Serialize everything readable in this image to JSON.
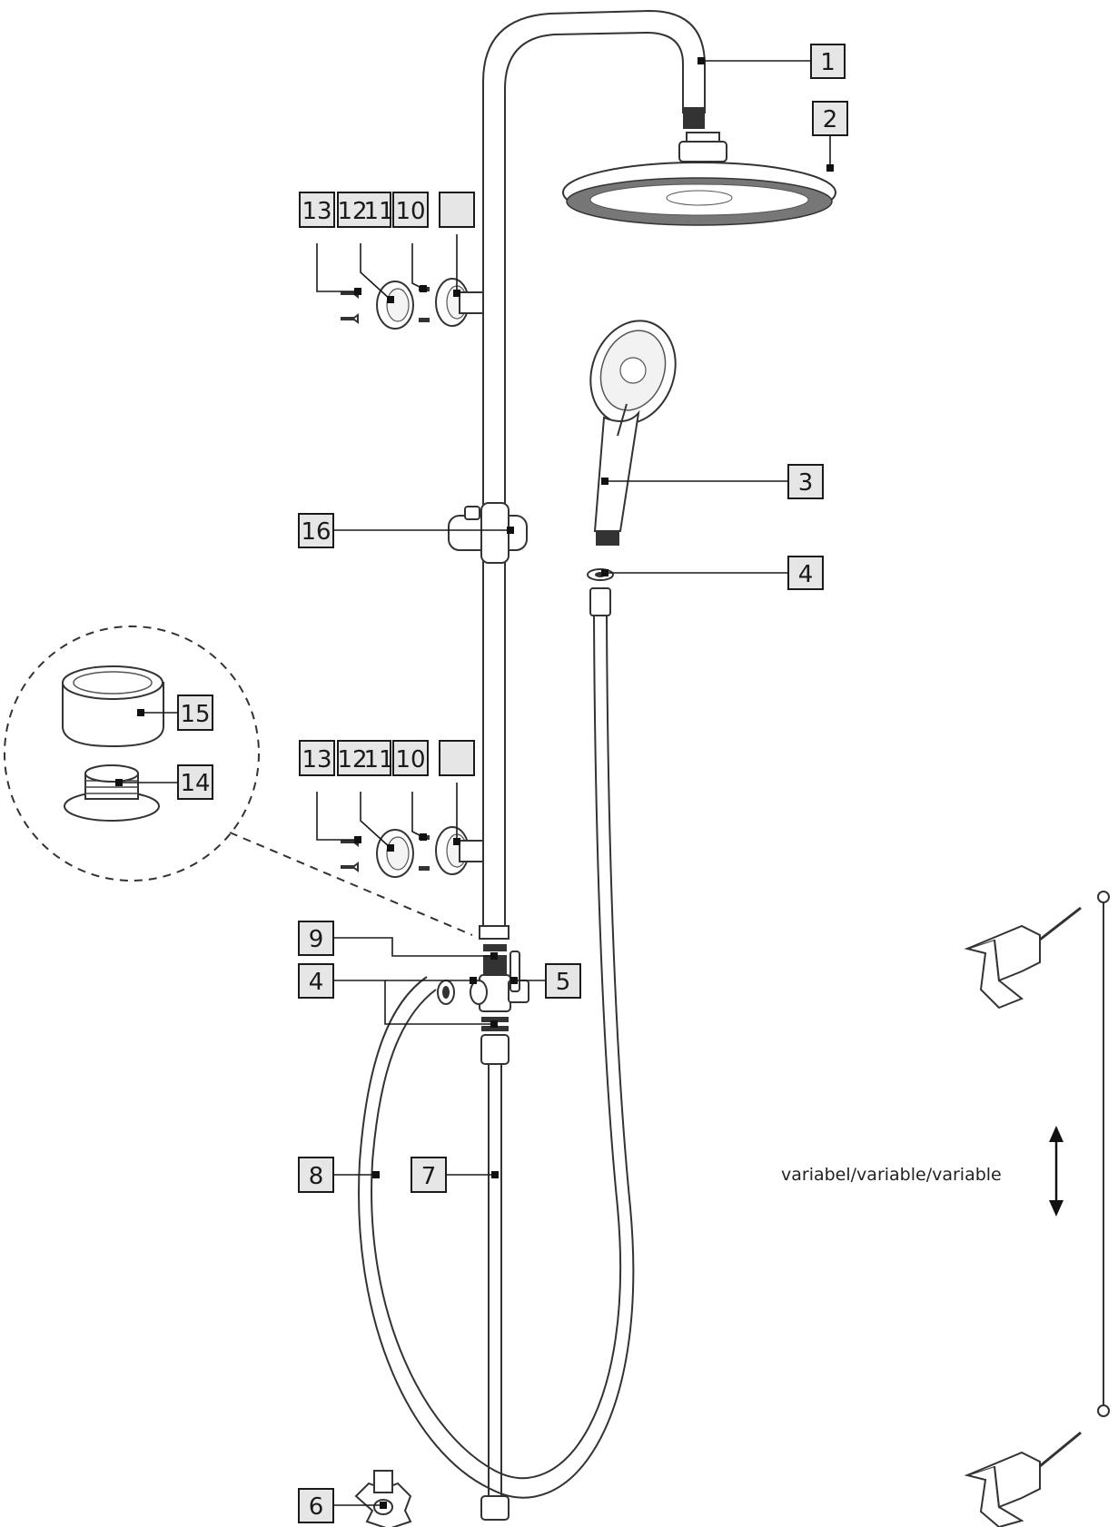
{
  "labels": {
    "l1": "1",
    "l2": "2",
    "l3": "3",
    "l4a": "4",
    "l4b": "4",
    "l5": "5",
    "l6": "6",
    "l7": "7",
    "l8": "8",
    "l9": "9",
    "l10a": "10",
    "l10b": "10",
    "l11a": "11",
    "l11b": "11",
    "l12a": "12",
    "l12b": "12",
    "l13a": "13",
    "l13b": "13",
    "l14": "14",
    "l15": "15",
    "l16": "16"
  },
  "note": "variabel/variable/variable"
}
